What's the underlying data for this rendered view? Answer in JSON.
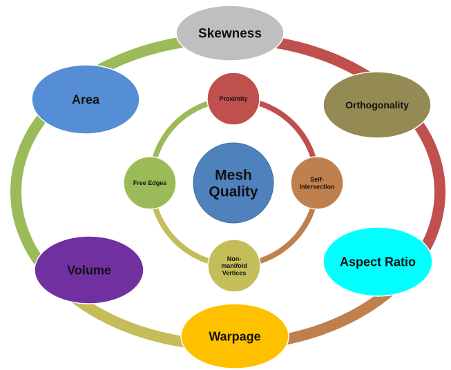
{
  "center": {
    "lines": [
      "Mesh",
      "Quality"
    ],
    "color": "#4F81BD"
  },
  "outer_nodes": [
    {
      "id": "skewness",
      "lines": [
        "Skewness"
      ],
      "color": "#BFBFBF"
    },
    {
      "id": "orthogonality",
      "lines": [
        "Orthogonality"
      ],
      "color": "#948A54"
    },
    {
      "id": "aspect-ratio",
      "lines": [
        "Aspect Ratio"
      ],
      "color": "#00FFFF"
    },
    {
      "id": "warpage",
      "lines": [
        "Warpage"
      ],
      "color": "#FFC000"
    },
    {
      "id": "volume",
      "lines": [
        "Volume"
      ],
      "color": "#7030A0"
    },
    {
      "id": "area",
      "lines": [
        "Area"
      ],
      "color": "#558ED5"
    }
  ],
  "inner_nodes": [
    {
      "id": "proximity",
      "lines": [
        "Proximity"
      ],
      "color": "#C0504D"
    },
    {
      "id": "self-intersection",
      "lines": [
        "Self-",
        "Intersection"
      ],
      "color": "#C0804D"
    },
    {
      "id": "non-manifold-vertices",
      "lines": [
        "Non-",
        "manifold",
        "Vertices"
      ],
      "color": "#C4BD5A"
    },
    {
      "id": "free-edges",
      "lines": [
        "Free Edges"
      ],
      "color": "#9BBB59"
    }
  ],
  "outer_arcs": [
    {
      "from": "skewness",
      "to": "orthogonality",
      "color": "#C0504D"
    },
    {
      "from": "orthogonality",
      "to": "aspect-ratio",
      "color": "#C0504D"
    },
    {
      "from": "aspect-ratio",
      "to": "warpage",
      "color": "#C0804D"
    },
    {
      "from": "warpage",
      "to": "volume",
      "color": "#C4BD5A"
    },
    {
      "from": "volume",
      "to": "area",
      "color": "#9BBB59"
    },
    {
      "from": "area",
      "to": "skewness",
      "color": "#9BBB59"
    }
  ],
  "inner_arcs": [
    {
      "from": "proximity",
      "to": "self-intersection",
      "color": "#C0504D"
    },
    {
      "from": "self-intersection",
      "to": "non-manifold-vertices",
      "color": "#C0804D"
    },
    {
      "from": "non-manifold-vertices",
      "to": "free-edges",
      "color": "#C4BD5A"
    },
    {
      "from": "free-edges",
      "to": "proximity",
      "color": "#9BBB59"
    }
  ]
}
